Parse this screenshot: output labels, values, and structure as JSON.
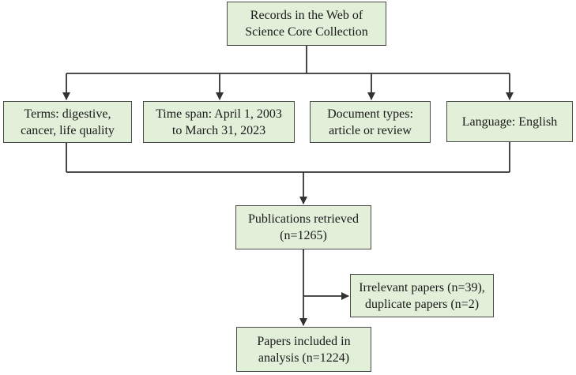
{
  "flowchart": {
    "source": "Records in the Web of\nScience Core Collection",
    "criteria": [
      "Terms: digestive,\ncancer, life quality",
      "Time span: April 1, 2003\nto March 31, 2023",
      "Document types:\narticle or review",
      "Language: English"
    ],
    "retrieved": "Publications retrieved\n(n=1265)",
    "excluded": "Irrelevant papers (n=39),\nduplicate papers (n=2)",
    "included": "Papers included in\nanalysis (n=1224)"
  },
  "colors": {
    "box_fill": "#e2efd9",
    "box_border": "#4a4a4a",
    "line": "#333333"
  }
}
